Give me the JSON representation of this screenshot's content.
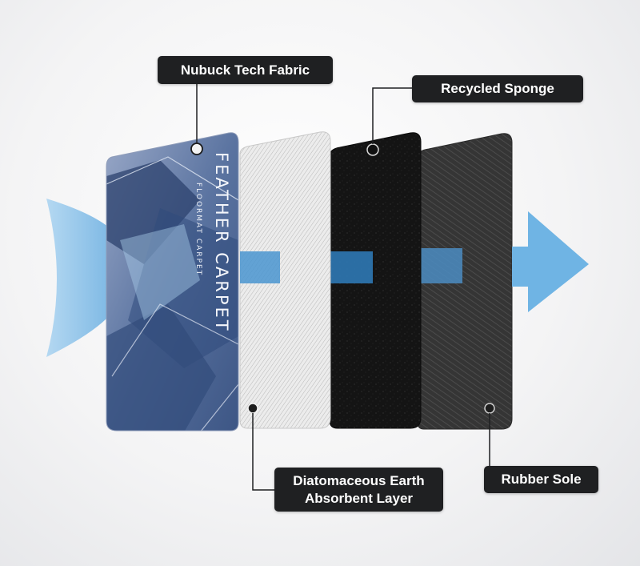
{
  "layers": [
    {
      "id": "nubuck",
      "label": "Nubuck Tech Fabric"
    },
    {
      "id": "diatom",
      "label_lines": [
        "Diatomaceous Earth",
        "Absorbent Layer"
      ]
    },
    {
      "id": "sponge",
      "label": "Recycled Sponge"
    },
    {
      "id": "rubber",
      "label": "Rubber Sole"
    }
  ],
  "brand": {
    "name": "FEATHER CARPET",
    "tagline": "FLOORMAT CARPET"
  },
  "colors": {
    "label_bg": "#1f2022",
    "label_text": "#ffffff",
    "arrow": "#6fb4e4",
    "fabric": "#4a6590",
    "diatom": "#e6e6e6",
    "sponge": "#151515",
    "rubber": "#3a3a3a"
  }
}
